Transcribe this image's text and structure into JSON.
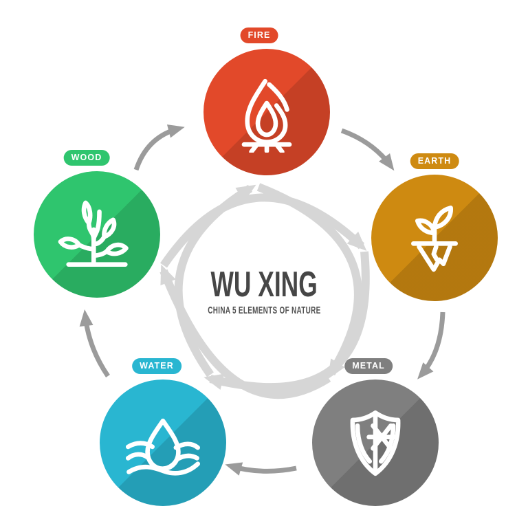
{
  "title": {
    "main": "WU XING",
    "subtitle": "CHINA 5 ELEMENTS OF NATURE"
  },
  "elements": [
    {
      "id": "fire",
      "label": "FIRE",
      "color": "#e2492a",
      "icon": "campfire-icon"
    },
    {
      "id": "earth",
      "label": "EARTH",
      "color": "#ce8a11",
      "icon": "sprout-soil-icon"
    },
    {
      "id": "metal",
      "label": "METAL",
      "color": "#7f7f7f",
      "icon": "shield-star-icon"
    },
    {
      "id": "water",
      "label": "WATER",
      "color": "#29b6d1",
      "icon": "water-drop-waves-icon"
    },
    {
      "id": "wood",
      "label": "WOOD",
      "color": "#2fc56e",
      "icon": "tree-branches-icon"
    }
  ],
  "cycles": {
    "outer_generating": {
      "color": "#9b9b9b",
      "arrows": [
        "wood→fire",
        "fire→earth",
        "earth→metal",
        "metal→water",
        "water→wood"
      ]
    },
    "inner_overcoming": {
      "color": "#d6d6d6",
      "arrows": [
        "water→fire",
        "fire→metal",
        "metal→wood",
        "wood→earth",
        "earth→water"
      ]
    }
  },
  "canvas_background": "#ffffff"
}
